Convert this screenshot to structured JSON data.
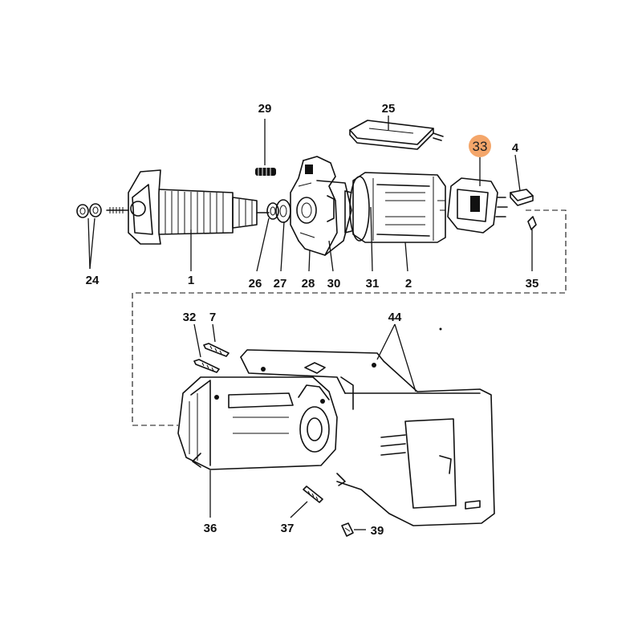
{
  "colors": {
    "line": "#111111",
    "highlight": "#f4a66a",
    "background": "#ffffff"
  },
  "labels": [
    {
      "id": "29",
      "text": "29"
    },
    {
      "id": "25",
      "text": "25"
    },
    {
      "id": "33",
      "text": "33",
      "highlighted": true
    },
    {
      "id": "4",
      "text": "4"
    },
    {
      "id": "24",
      "text": "24"
    },
    {
      "id": "1",
      "text": "1"
    },
    {
      "id": "26",
      "text": "26"
    },
    {
      "id": "27",
      "text": "27"
    },
    {
      "id": "28",
      "text": "28"
    },
    {
      "id": "30",
      "text": "30"
    },
    {
      "id": "31",
      "text": "31"
    },
    {
      "id": "2",
      "text": "2"
    },
    {
      "id": "35",
      "text": "35"
    },
    {
      "id": "32",
      "text": "32"
    },
    {
      "id": "7",
      "text": "7"
    },
    {
      "id": "44",
      "text": "44"
    },
    {
      "id": "36",
      "text": "36"
    },
    {
      "id": "37",
      "text": "37"
    },
    {
      "id": "39",
      "text": "39"
    }
  ]
}
